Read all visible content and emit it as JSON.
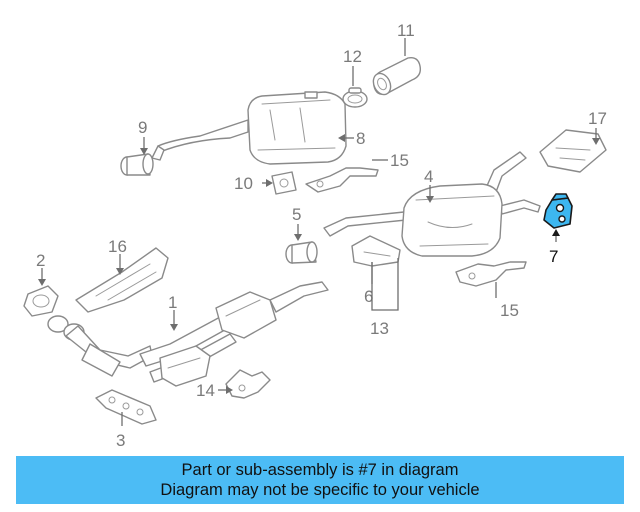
{
  "callouts": {
    "c1": "1",
    "c2": "2",
    "c3": "3",
    "c4": "4",
    "c5": "5",
    "c6": "6",
    "c7": "7",
    "c8": "8",
    "c9": "9",
    "c10": "10",
    "c11": "11",
    "c12": "12",
    "c13": "13",
    "c14": "14",
    "c15a": "15",
    "c15b": "15",
    "c16": "16",
    "c17": "17"
  },
  "highlighted_part": "7",
  "colors": {
    "highlight_fill": "#3db7f0",
    "banner_bg": "#4cbcf5",
    "line_art": "#8a8a8a"
  },
  "banner": {
    "line1": "Part or sub-assembly is #7 in diagram",
    "line2": "Diagram may not be specific to your vehicle"
  }
}
